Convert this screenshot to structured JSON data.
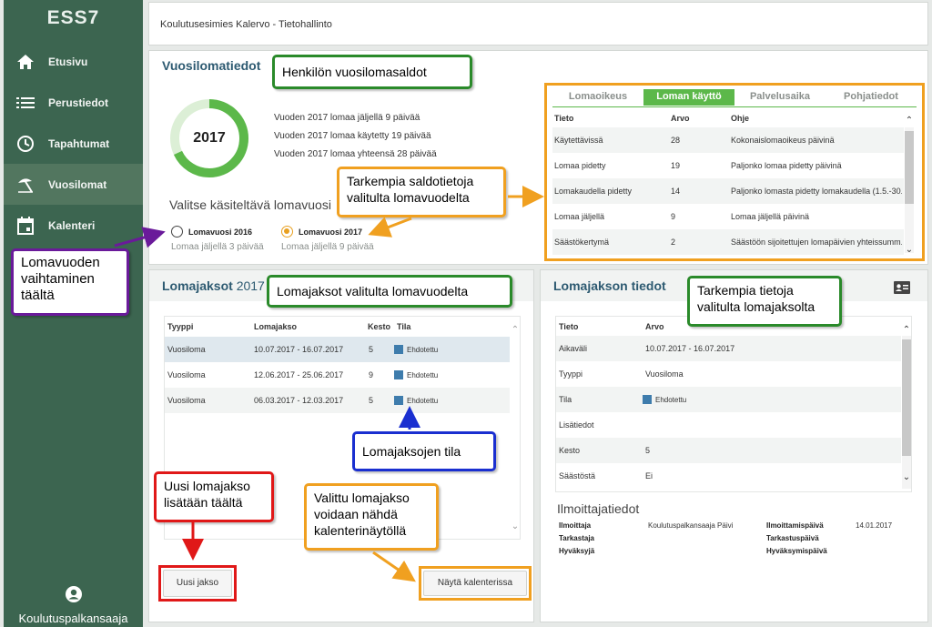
{
  "app": {
    "brand": "ESS7"
  },
  "sidebar": {
    "items": [
      {
        "label": "Etusivu",
        "icon": "home-icon"
      },
      {
        "label": "Perustiedot",
        "icon": "list-icon"
      },
      {
        "label": "Tapahtumat",
        "icon": "clock-icon"
      },
      {
        "label": "Vuosilomat",
        "icon": "beach-umbrella-icon"
      },
      {
        "label": "Kalenteri",
        "icon": "calendar-icon"
      }
    ],
    "user": "Koulutuspalkansaaja"
  },
  "breadcrumb": "Koulutusesimies Kalervo - Tietohallinto",
  "vuosilomat": {
    "title": "Vuosilomatiedot",
    "donut_year": "2017",
    "donut_fraction": 0.68,
    "lines": [
      "Vuoden 2017 lomaa jäljellä 9 päivää",
      "Vuoden 2017 lomaa käytetty 19 päivää",
      "Vuoden 2017 lomaa yhteensä 28 päivää"
    ],
    "select_label": "Valitse käsiteltävä lomavuosi",
    "options": [
      {
        "label": "Lomavuosi 2016",
        "sub": "Lomaa jäljellä 3 päivää",
        "selected": false
      },
      {
        "label": "Lomavuosi 2017",
        "sub": "Lomaa jäljellä 9 päivää",
        "selected": true
      }
    ]
  },
  "balance": {
    "tabs": [
      "Lomaoikeus",
      "Loman käyttö",
      "Palvelusaika",
      "Pohjatiedot"
    ],
    "active_tab": 1,
    "headers": [
      "Tieto",
      "Arvo",
      "Ohje"
    ],
    "rows": [
      [
        "Käytettävissä",
        "28",
        "Kokonaislomaoikeus päivinä"
      ],
      [
        "Lomaa pidetty",
        "19",
        "Paljonko lomaa pidetty päivinä"
      ],
      [
        "Lomakaudella pidetty",
        "14",
        "Paljonko lomasta pidetty lomakaudella (1.5.-30..."
      ],
      [
        "Lomaa jäljellä",
        "9",
        "Lomaa jäljellä päivinä"
      ],
      [
        "Säästökertymä",
        "2",
        "Säästöön sijoitettujen lomapäivien yhteissumm..."
      ]
    ]
  },
  "periods": {
    "title": "Lomajaksot",
    "year": "2017",
    "headers": [
      "Tyyppi",
      "Lomajakso",
      "Kesto",
      "Tila"
    ],
    "rows": [
      [
        "Vuosiloma",
        "10.07.2017 - 16.07.2017",
        "5",
        "Ehdotettu"
      ],
      [
        "Vuosiloma",
        "12.06.2017 - 25.06.2017",
        "9",
        "Ehdotettu"
      ],
      [
        "Vuosiloma",
        "06.03.2017 - 12.03.2017",
        "5",
        "Ehdotettu"
      ]
    ],
    "new_button": "Uusi jakso",
    "calendar_button": "Näytä kalenterissa"
  },
  "details": {
    "title": "Lomajakson tiedot",
    "headers": [
      "Tieto",
      "Arvo"
    ],
    "rows": [
      [
        "Aikaväli",
        "10.07.2017 - 16.07.2017"
      ],
      [
        "Tyyppi",
        "Vuosiloma"
      ],
      [
        "Tila",
        "Ehdotettu"
      ],
      [
        "Lisätiedot",
        ""
      ],
      [
        "Kesto",
        "5"
      ],
      [
        "Säästöstä",
        "Ei"
      ]
    ],
    "notifiers_title": "Ilmoittajatiedot",
    "notifiers": {
      "ilmoittaja_label": "Ilmoittaja",
      "ilmoittaja": "Koulutuspalkansaaja Päivi",
      "tarkastaja_label": "Tarkastaja",
      "hyvaksyja_label": "Hyväksyjä",
      "ilmoitus_pvm_label": "Ilmoittamispäivä",
      "ilmoitus_pvm": "14.01.2017",
      "tarkastus_pvm_label": "Tarkastuspäivä",
      "hyvaksymis_pvm_label": "Hyväksymispäivä"
    }
  },
  "callouts": {
    "saldot": "Henkilön vuosilomasaldot",
    "tarkemmat_saldot": "Tarkempia saldotietoja valitulta lomavuodelta",
    "lomavuoden_vaihto": "Lomavuoden vaihtaminen täältä",
    "jaksot": "Lomajaksot valitulta lomavuodelta",
    "tarkemmat_jakso": "Tarkempia tietoja valitulta lomajaksolta",
    "tila": "Lomajaksojen tila",
    "uusi": "Uusi lomajakso lisätään täältä",
    "kalenteri": "Valittu lomajakso voidaan nähdä kalenterinäytöllä"
  },
  "colors": {
    "sidebar": "#3c6550",
    "accent_green": "#5cb84a",
    "title_blue": "#2d5a71",
    "status_blue": "#3e7cac"
  }
}
